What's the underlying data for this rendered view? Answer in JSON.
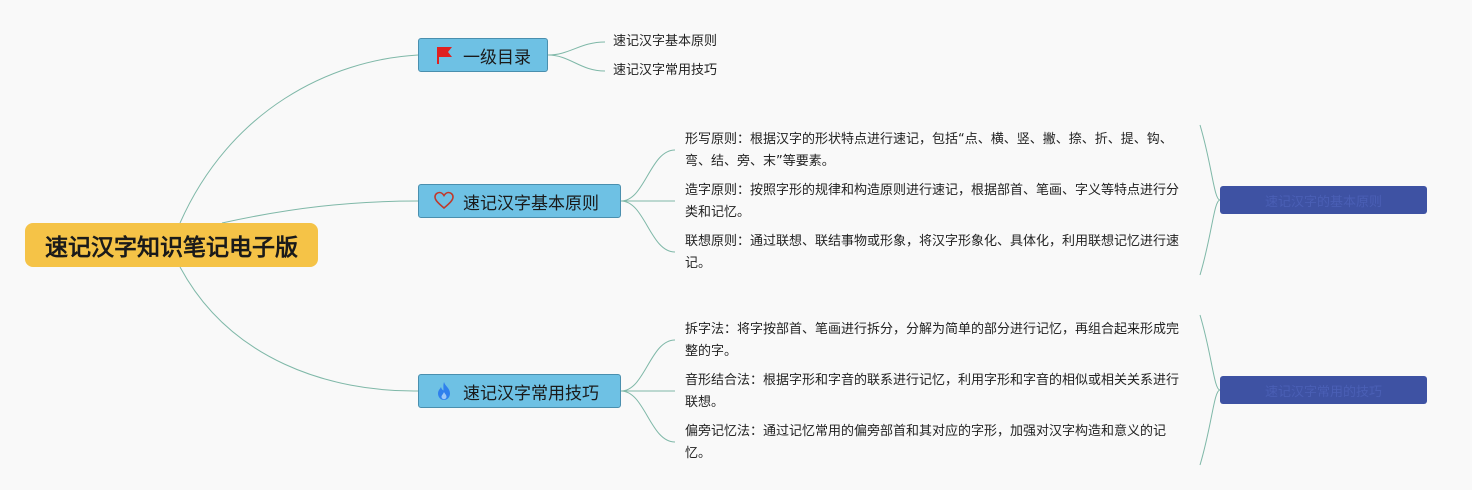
{
  "root": {
    "title": "速记汉字知识笔记电子版"
  },
  "branches": [
    {
      "label": "一级目录",
      "icon": "flag-icon",
      "leaves": [
        "速记汉字基本原则",
        "速记汉字常用技巧"
      ]
    },
    {
      "label": "速记汉字基本原则",
      "icon": "heart-icon",
      "paragraphs": [
        "形写原则：根据汉字的形状特点进行速记，包括“点、横、竖、撇、捺、折、提、钩、弯、结、旁、末”等要素。",
        "造字原则：按照字形的规律和构造原则进行速记，根据部首、笔画、字义等特点进行分类和记忆。",
        "联想原则：通过联想、联结事物或形象，将汉字形象化、具体化，利用联想记忆进行速记。"
      ],
      "summary": "速记汉字的基本原则"
    },
    {
      "label": "速记汉字常用技巧",
      "icon": "flame-icon",
      "paragraphs": [
        "拆字法：将字按部首、笔画进行拆分，分解为简单的部分进行记忆，再组合起来形成完整的字。",
        "音形结合法：根据字形和字音的联系进行记忆，利用字形和字音的相似或相关关系进行联想。",
        "偏旁记忆法：通过记忆常用的偏旁部首和其对应的字形，加强对汉字构造和意义的记忆。"
      ],
      "summary": "速记汉字常用的技巧"
    }
  ],
  "colors": {
    "root_fill": "#f5c347",
    "branch_fill": "#6ec1e4",
    "summary_fill": "#3e52a3",
    "link_stroke": "#7fb8a8",
    "flag": "#e02020",
    "heart": "#c0392b",
    "flame": "#2f80ed"
  }
}
